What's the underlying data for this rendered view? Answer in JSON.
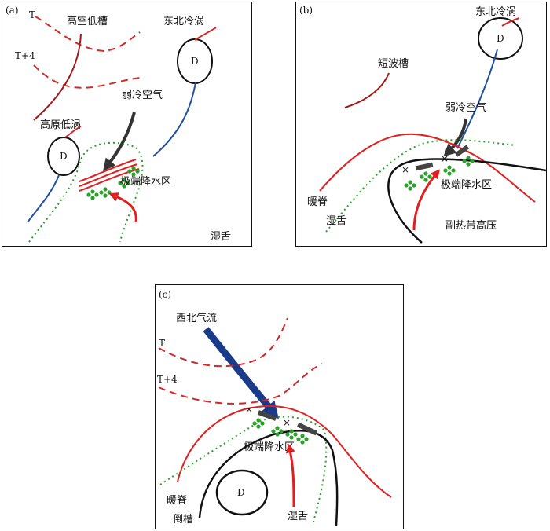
{
  "panels": {
    "a": {
      "tag": "(a)",
      "labels": {
        "trough_high": "高空低槽",
        "ne_vortex": "东北冷涡",
        "weak_cold_air": "弱冷空气",
        "plateau_vortex": "高原低涡",
        "extreme_precip": "极端降水区",
        "wet_tongue": "湿舌",
        "t_line": "T",
        "t4_line": "T+4",
        "d_ne": "D",
        "d_plateau": "D"
      }
    },
    "b": {
      "tag": "(b)",
      "labels": {
        "ne_vortex": "东北冷涡",
        "short_wave": "短波槽",
        "weak_cold_air": "弱冷空气",
        "warm_ridge": "暖脊",
        "extreme_precip": "极端降水区",
        "wet_tongue": "湿舌",
        "subtropical_high": "副热带高压",
        "d_ne": "D",
        "cross1": "×",
        "cross2": "×"
      }
    },
    "c": {
      "tag": "(c)",
      "labels": {
        "nw_flow": "西北气流",
        "t_line": "T",
        "t4_line": "T+4",
        "extreme_precip": "极端降水区",
        "warm_ridge": "暖脊",
        "inverted_trough": "倒槽",
        "wet_tongue": "湿舌",
        "d_center": "D",
        "cross1": "×",
        "cross2": "×"
      }
    }
  },
  "colors": {
    "isotherm": "#d62728",
    "trough": "#a01a1a",
    "warm_ridge": "#e02020",
    "cold_trough_axis": "#1f4fa0",
    "vortex": "#111111",
    "wet_tongue": "#2ca02c",
    "cold_air_arrow": "#333333",
    "warm_arrow": "#e02020",
    "nw_flow_arrow": "#1a3a8a",
    "precip_symbol": "#2ca02c",
    "shear_bar": "#444444"
  }
}
